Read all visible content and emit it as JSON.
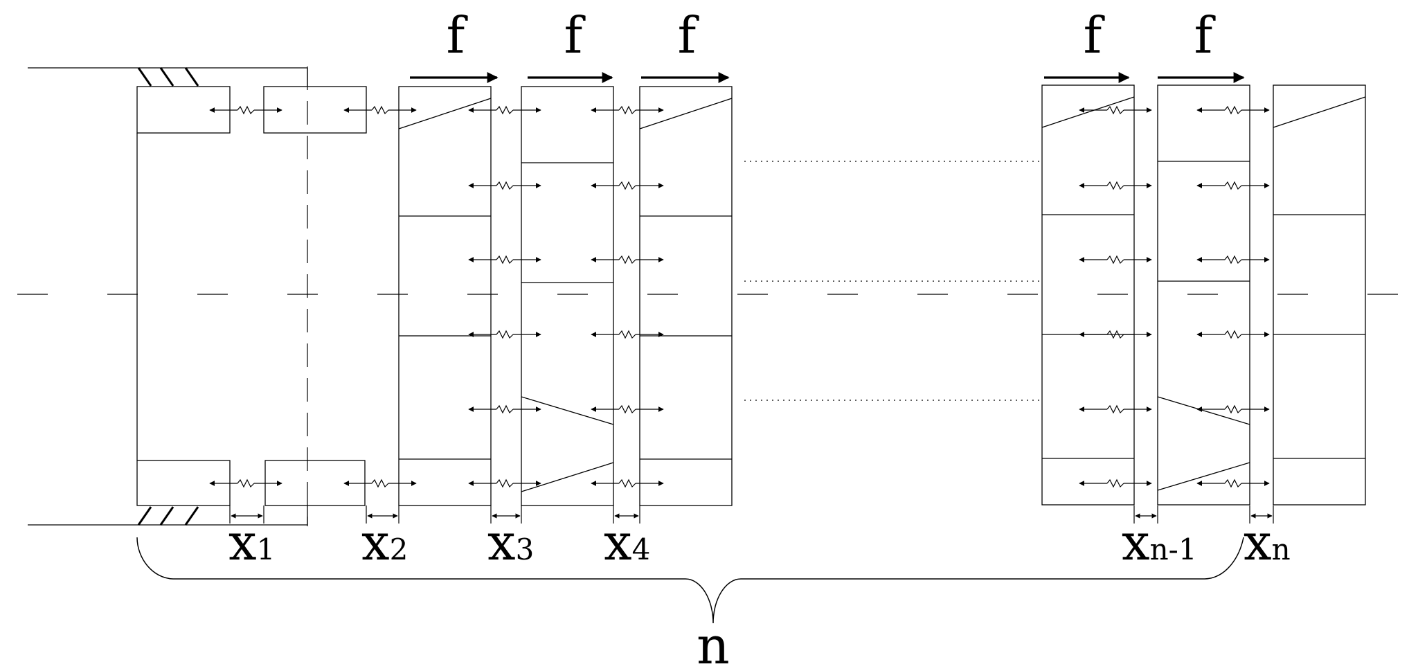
{
  "labels": {
    "force": "f",
    "gap_symbol": "x",
    "gap_subscripts": [
      "1",
      "2",
      "3",
      "4",
      "n-1",
      "n"
    ],
    "brace": "n"
  },
  "colors": {
    "stroke": "#000000",
    "background": "#ffffff"
  }
}
